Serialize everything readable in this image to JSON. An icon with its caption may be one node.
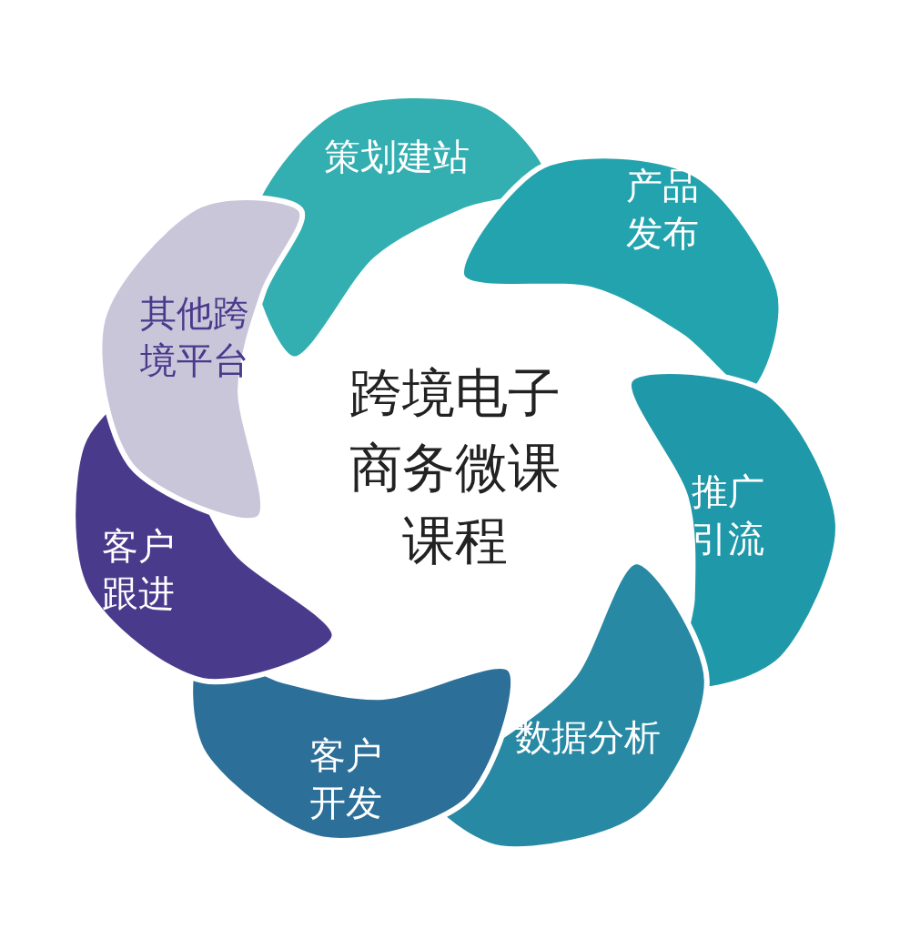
{
  "diagram": {
    "nodes": [
      {
        "text": [
          "跨境电子商务微课课程"
        ]
      },
      {
        "text": [
          "策划建站"
        ]
      },
      {
        "text": [
          "产品发布"
        ]
      },
      {
        "text": [
          "推广引流"
        ]
      },
      {
        "text": [
          "数据分析"
        ]
      },
      {
        "text": [
          "客户开发"
        ]
      },
      {
        "text": [
          "客户跟进"
        ]
      },
      {
        "text": [
          "其他跨境平台"
        ]
      }
    ]
  }
}
